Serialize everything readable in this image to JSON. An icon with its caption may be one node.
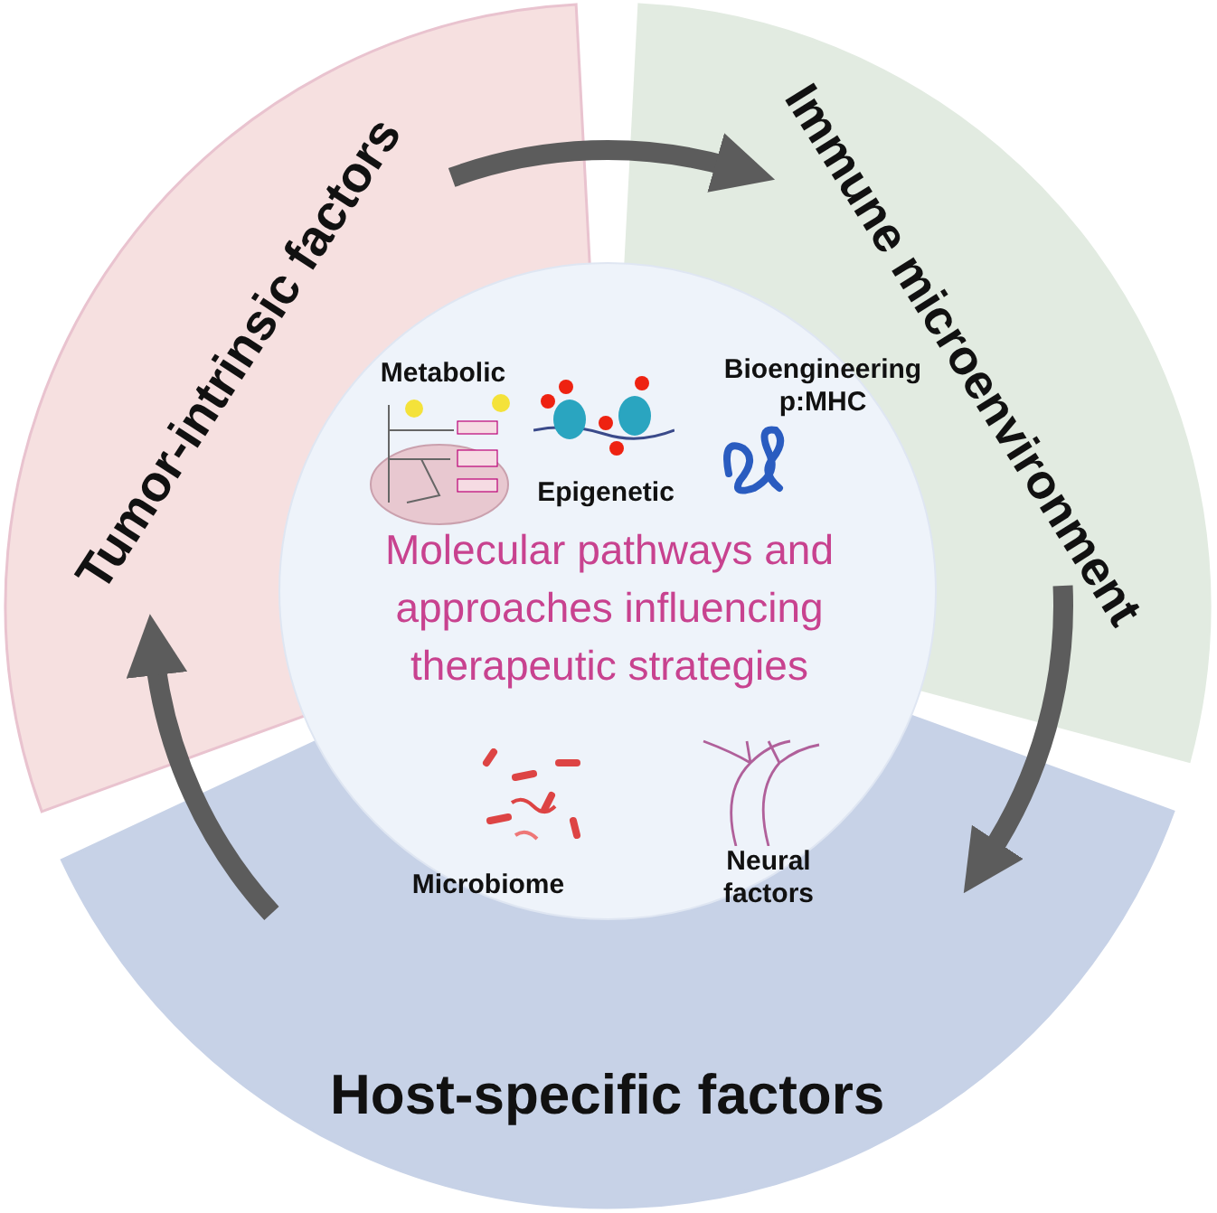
{
  "diagram": {
    "nodes": [
      {
        "text": [
          "Tumor-intrinsic factors"
        ]
      },
      {
        "text": [
          "Immune microenvironment"
        ]
      },
      {
        "text": [
          "Host-specific factors"
        ]
      },
      {
        "text": [
          "Metabolic",
          "Bioengineering p:MHC",
          "Epigenetic",
          "Molecular pathways and approaches influencing therapeutic strategies",
          "Microbiome",
          "Neural factors"
        ]
      }
    ],
    "edges": [
      {
        "from": 0,
        "to": 1,
        "arrow": "to"
      },
      {
        "from": 1,
        "to": 2,
        "arrow": "to"
      },
      {
        "from": 2,
        "to": 0,
        "arrow": "to"
      }
    ]
  }
}
